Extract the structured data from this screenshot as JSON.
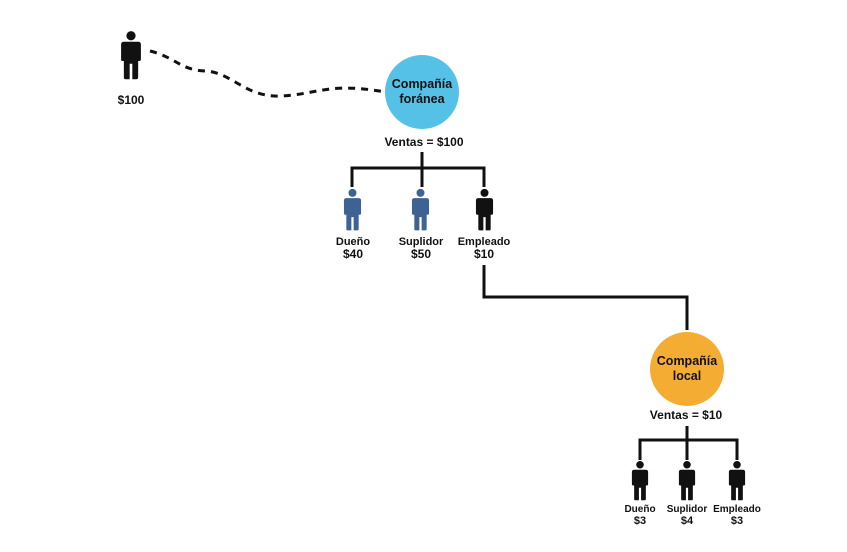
{
  "colors": {
    "foreign_company": "#56c1e6",
    "local_company": "#f4ad32",
    "person_dark": "#111111",
    "person_blue": "#3d6394",
    "connector": "#111111"
  },
  "buyer": {
    "amount": "$100",
    "icon": "person-icon"
  },
  "foreign_company": {
    "name_line1": "Compañía",
    "name_line2": "foránea",
    "sales": "Ventas = $100",
    "recipients": [
      {
        "role": "Dueño",
        "amount": "$40",
        "icon": "person-icon",
        "color": "blue"
      },
      {
        "role": "Suplidor",
        "amount": "$50",
        "icon": "person-icon",
        "color": "blue"
      },
      {
        "role": "Empleado",
        "amount": "$10",
        "icon": "person-icon",
        "color": "dark"
      }
    ]
  },
  "local_company": {
    "name_line1": "Compañía",
    "name_line2": "local",
    "sales": "Ventas = $10",
    "recipients": [
      {
        "role": "Dueño",
        "amount": "$3",
        "icon": "person-icon",
        "color": "dark"
      },
      {
        "role": "Suplidor",
        "amount": "$4",
        "icon": "person-icon",
        "color": "dark"
      },
      {
        "role": "Empleado",
        "amount": "$3",
        "icon": "person-icon",
        "color": "dark"
      }
    ]
  }
}
